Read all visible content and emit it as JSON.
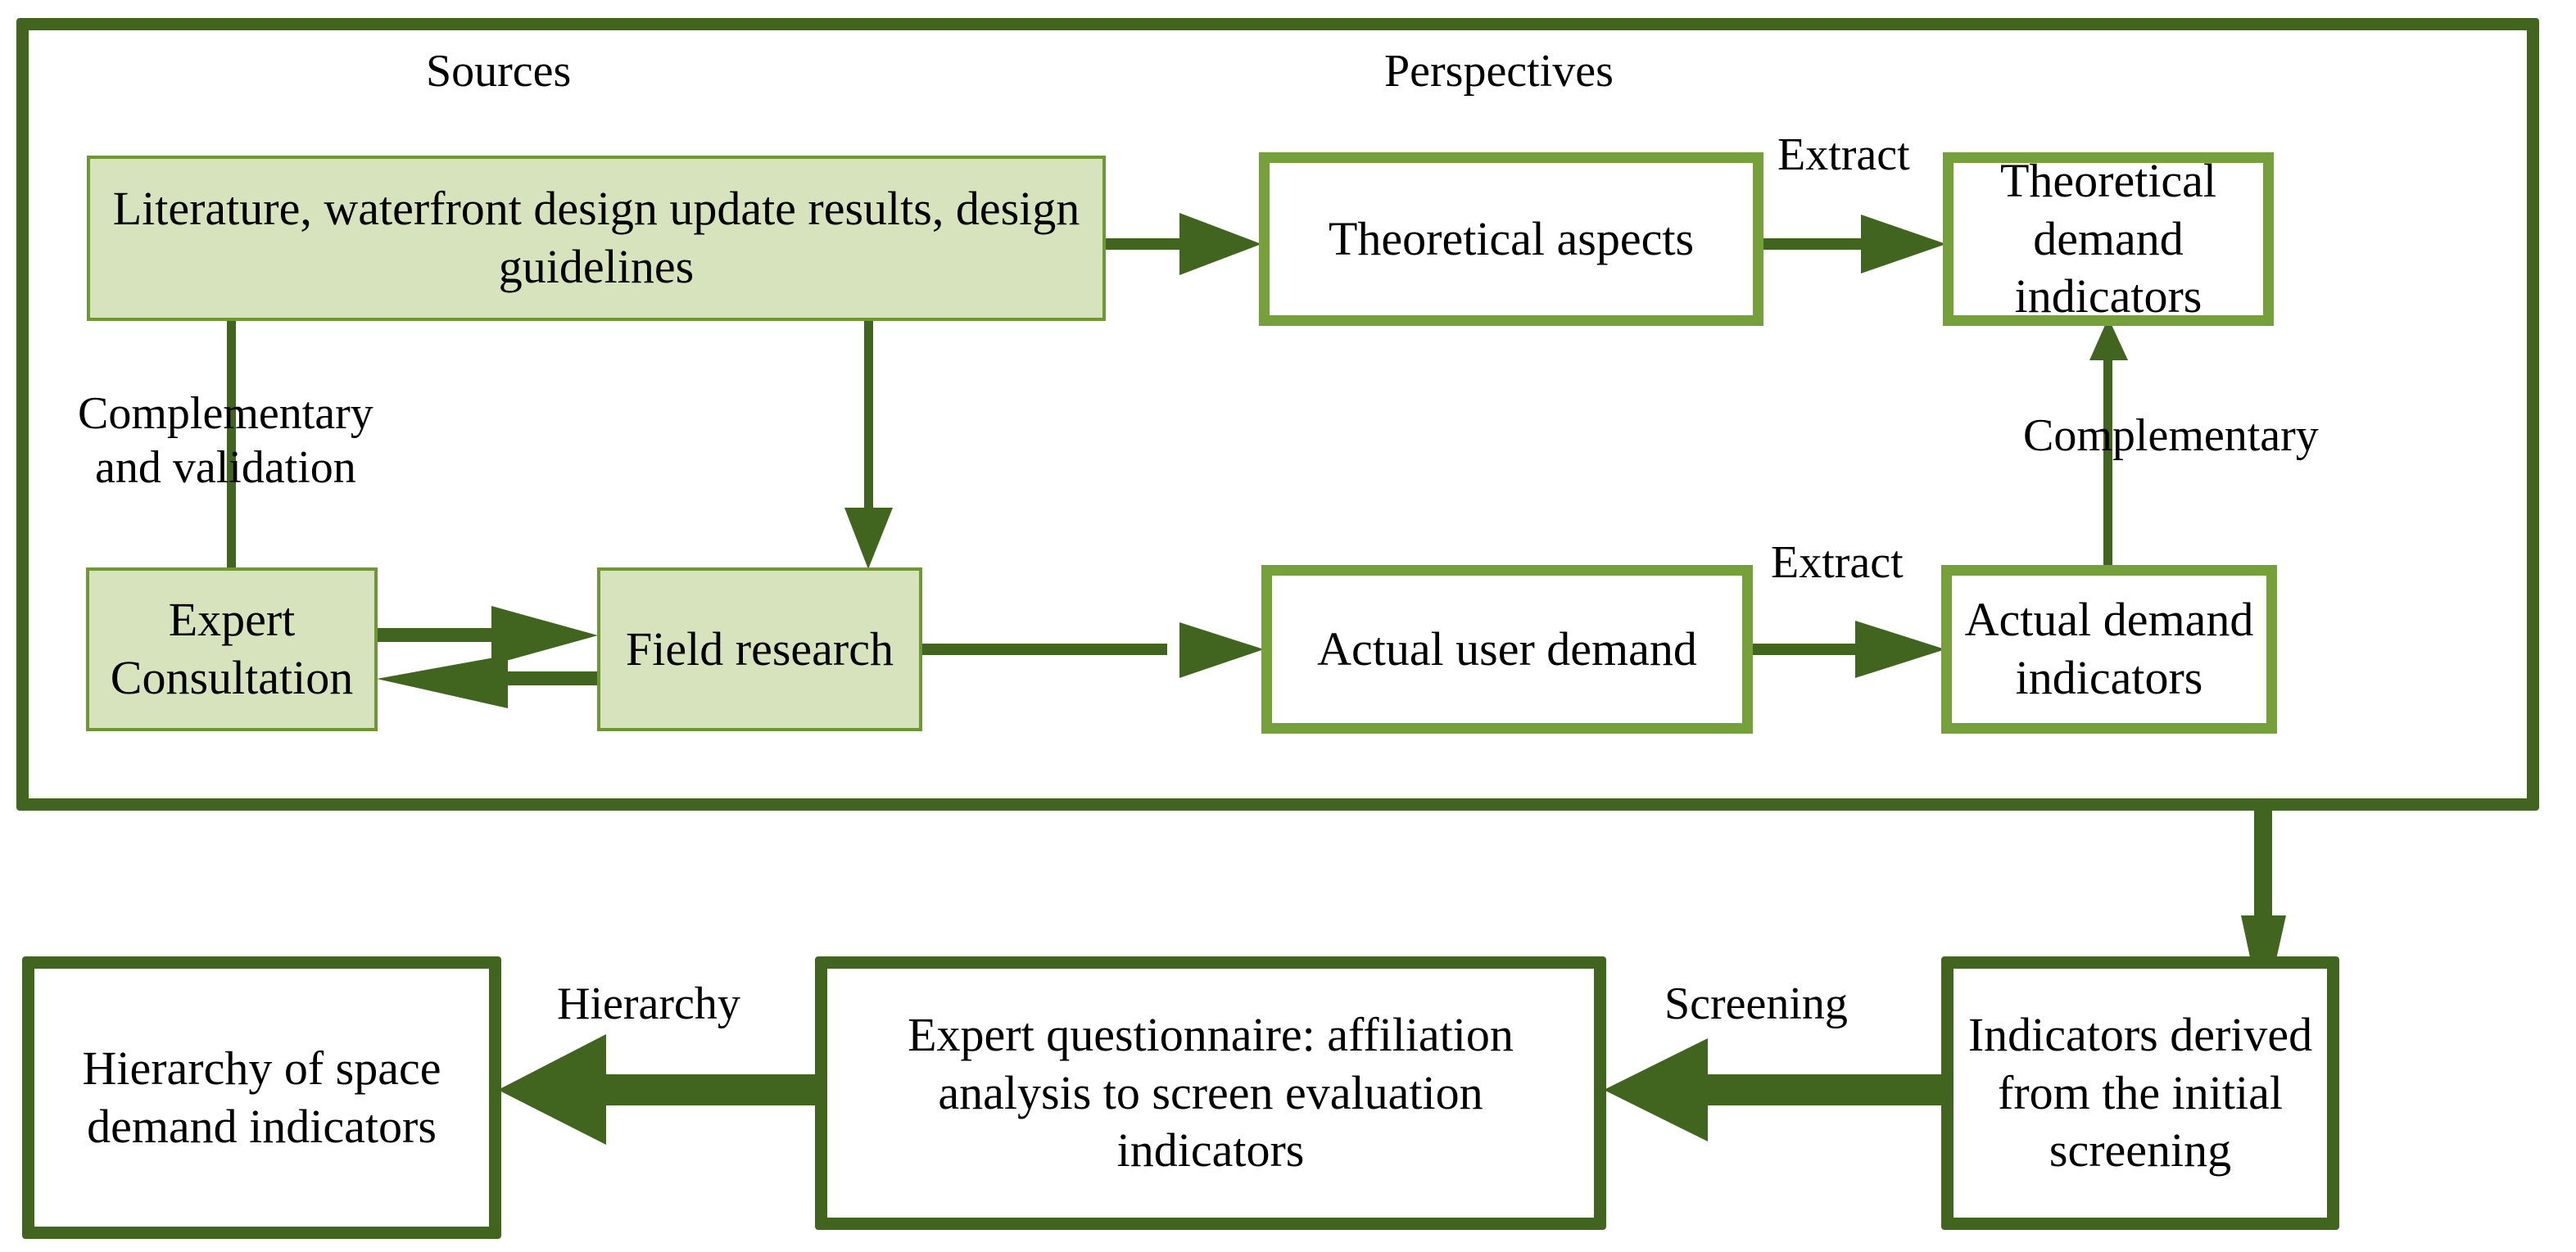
{
  "diagram": {
    "title": "Research framework for deriving space demand indicators",
    "colors": {
      "frame_dark_green": "#41641f",
      "box_medium_green": "#76a039",
      "source_fill_light_green": "#d6e3bd",
      "source_border_green": "#6f9735",
      "arrow_green": "#41641f",
      "text_black": "#000000",
      "background_white": "#ffffff"
    },
    "section_labels": [
      {
        "id": "sources",
        "text": "Sources"
      },
      {
        "id": "perspectives",
        "text": "Perspectives"
      }
    ],
    "nodes": [
      {
        "id": "literature",
        "text": "Literature, waterfront design update results, design guidelines",
        "style": "source-filled"
      },
      {
        "id": "expert-consultation",
        "text": "Expert Consultation",
        "style": "source-filled"
      },
      {
        "id": "field-research",
        "text": "Field research",
        "style": "source-filled"
      },
      {
        "id": "theoretical-aspects",
        "text": "Theoretical aspects",
        "style": "perspective-white"
      },
      {
        "id": "actual-user-demand",
        "text": "Actual user demand",
        "style": "perspective-white"
      },
      {
        "id": "theoretical-demand-indicators",
        "text": "Theoretical demand indicators",
        "style": "perspective-white"
      },
      {
        "id": "actual-demand-indicators",
        "text": "Actual demand indicators",
        "style": "perspective-white"
      },
      {
        "id": "indicators-initial-screening",
        "text": "Indicators derived from the initial screening",
        "style": "output-white"
      },
      {
        "id": "expert-questionnaire",
        "text": "Expert questionnaire: affiliation analysis to screen evaluation indicators",
        "style": "output-white"
      },
      {
        "id": "hierarchy-space-demand",
        "text": "Hierarchy of space demand indicators",
        "style": "output-white"
      }
    ],
    "edge_labels": [
      {
        "id": "complementary-validation",
        "line1": "Complementary",
        "line2": "and validation"
      },
      {
        "id": "extract-top",
        "text": "Extract"
      },
      {
        "id": "extract-bottom",
        "text": "Extract"
      },
      {
        "id": "complementary",
        "text": "Complementary"
      },
      {
        "id": "screening",
        "text": "Screening"
      },
      {
        "id": "hierarchy",
        "text": "Hierarchy"
      }
    ],
    "edges": [
      {
        "from": "literature",
        "to": "theoretical-aspects",
        "label": ""
      },
      {
        "from": "literature",
        "to": "field-research",
        "label": ""
      },
      {
        "from": "expert-consultation",
        "to": "literature",
        "label": "Complementary and validation"
      },
      {
        "from": "expert-consultation",
        "to": "field-research",
        "label": ""
      },
      {
        "from": "field-research",
        "to": "expert-consultation",
        "label": ""
      },
      {
        "from": "field-research",
        "to": "actual-user-demand",
        "label": ""
      },
      {
        "from": "theoretical-aspects",
        "to": "theoretical-demand-indicators",
        "label": "Extract"
      },
      {
        "from": "actual-user-demand",
        "to": "actual-demand-indicators",
        "label": "Extract"
      },
      {
        "from": "actual-demand-indicators",
        "to": "theoretical-demand-indicators",
        "label": "Complementary"
      },
      {
        "from": "outer-frame",
        "to": "indicators-initial-screening",
        "label": ""
      },
      {
        "from": "indicators-initial-screening",
        "to": "expert-questionnaire",
        "label": "Screening"
      },
      {
        "from": "expert-questionnaire",
        "to": "hierarchy-space-demand",
        "label": "Hierarchy"
      }
    ]
  }
}
